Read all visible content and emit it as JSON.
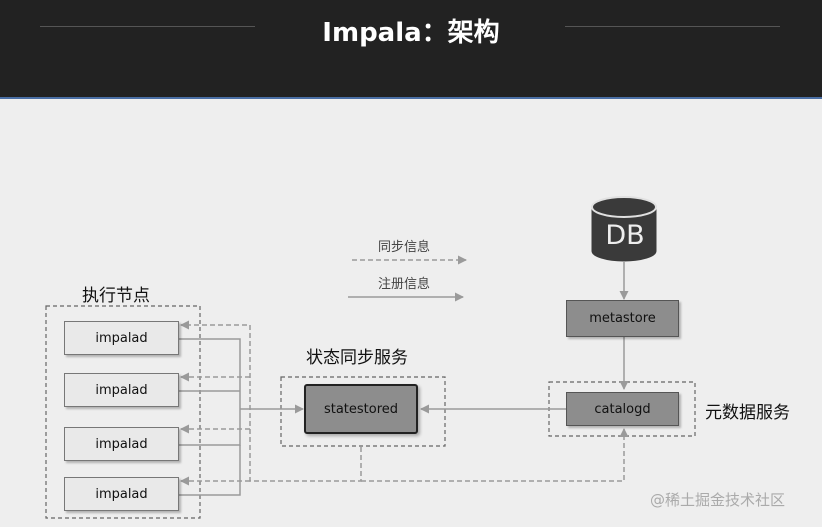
{
  "header": {
    "title": "Impala：架构"
  },
  "legend": {
    "sync_label": "同步信息",
    "register_label": "注册信息"
  },
  "groups": {
    "exec_nodes": "执行节点",
    "state_sync": "状态同步服务",
    "metadata": "元数据服务"
  },
  "nodes": {
    "impalad": [
      "impalad",
      "impalad",
      "impalad",
      "impalad"
    ],
    "statestored": "statestored",
    "metastore": "metastore",
    "catalogd": "catalogd",
    "db": "DB"
  },
  "watermark": "@稀土掘金技术社区",
  "colors": {
    "header_bg": "#222222",
    "canvas_bg": "#eeeeee",
    "node_gray": "#8d8d8d",
    "db_fill": "#3a3a3a"
  }
}
